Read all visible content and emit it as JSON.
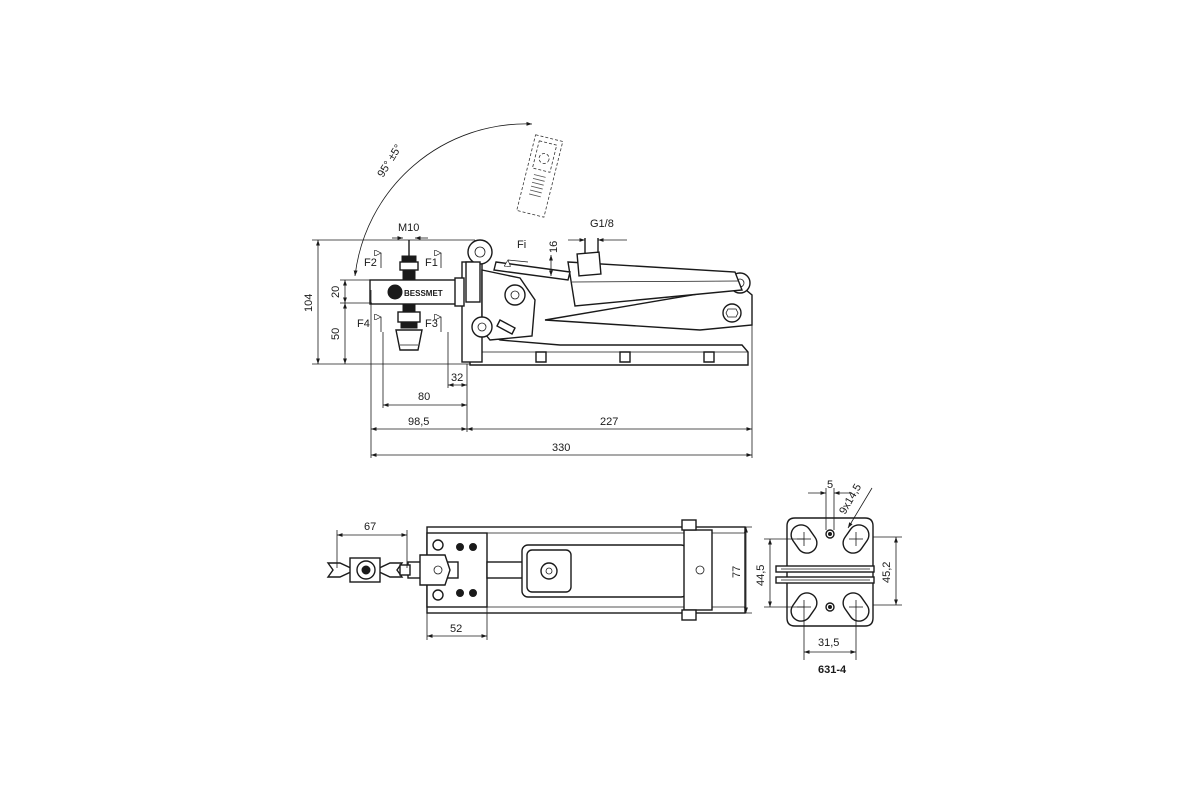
{
  "side_view": {
    "angle_label": "95° ±5°",
    "thread_label": "M10",
    "port_label": "G1/8",
    "force_labels": {
      "f1": "F1",
      "f2": "F2",
      "f3": "F3",
      "f4": "F4",
      "fi": "Fi"
    },
    "brand_label": "BESSMET",
    "dims": {
      "d104": "104",
      "d20": "20",
      "d50": "50",
      "d16": "16",
      "d32": "32",
      "d80": "80",
      "d98_5": "98,5",
      "d227": "227",
      "d330": "330"
    }
  },
  "top_view": {
    "dims": {
      "d67": "67",
      "d52": "52",
      "d77": "77"
    }
  },
  "base_view": {
    "dims": {
      "d5": "5",
      "d9x14_5": "9x14,5",
      "d44_5": "44,5",
      "d45_2": "45,2",
      "d31_5": "31,5"
    },
    "model_code": "631-4"
  }
}
